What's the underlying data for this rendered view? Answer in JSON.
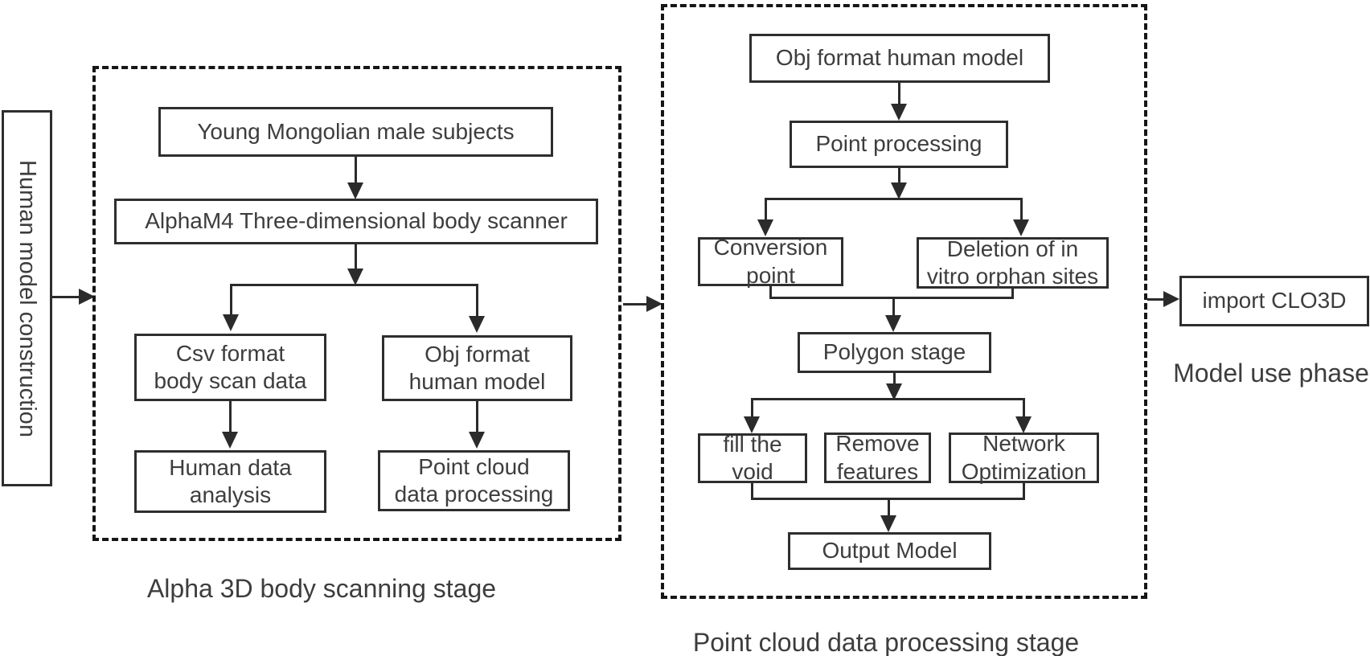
{
  "colors": {
    "line": "#2b2b2b",
    "box_border": "#2e2e2e",
    "text": "#3d3d3d",
    "background": "#ffffff"
  },
  "left_panel": {
    "label": "Human model construction"
  },
  "stage1": {
    "caption": "Alpha 3D body scanning stage",
    "nodes": {
      "subjects": "Young Mongolian male subjects",
      "scanner": "AlphaM4 Three-dimensional body scanner",
      "csv_data": "Csv format\nbody scan data",
      "obj_model": "Obj format\nhuman model",
      "human_analysis": "Human data\nanalysis",
      "point_cloud": "Point cloud\ndata processing"
    }
  },
  "stage2": {
    "caption": "Point cloud data processing stage",
    "nodes": {
      "obj_model": "Obj format human model",
      "point_processing": "Point processing",
      "conversion": "Conversion\npoint",
      "deletion": "Deletion of in\nvitro orphan sites",
      "polygon": "Polygon stage",
      "fill_void": "fill the\nvoid",
      "remove_features": "Remove\nfeatures",
      "network_opt": "Network\nOptimization",
      "output": "Output Model"
    }
  },
  "usage": {
    "import_box": "import CLO3D",
    "caption": "Model use phase"
  }
}
